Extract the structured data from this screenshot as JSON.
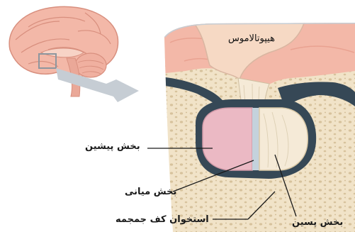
{
  "labels": {
    "hypothalamus": "هیپوتالاموس",
    "anterior_lobe": "بخش پیشین",
    "intermediate_lobe": "بخش میانی",
    "skull_base_bone": "استخوان کف جمجمه",
    "posterior_lobe": "بخش پسین"
  },
  "colors": {
    "brain": "#f3b8a8",
    "brain_dark": "#d88f7e",
    "bone": "#f1e3c8",
    "bone_pore": "#d7c29c",
    "anterior": "#ebb9c4",
    "posterior": "#f5ead7",
    "dark_fluid": "#364856",
    "arrow": "#c6cdd4"
  }
}
